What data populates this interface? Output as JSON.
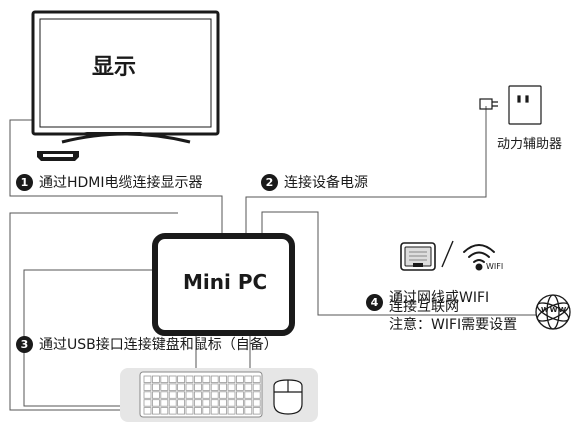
{
  "monitor": {
    "label": "显示"
  },
  "device": {
    "label": "Mini PC"
  },
  "power": {
    "label": "动力辅助器"
  },
  "steps": {
    "hdmi": {
      "num": "1",
      "text": "通过HDMI电缆连接显示器"
    },
    "power": {
      "num": "2",
      "text": "连接设备电源"
    },
    "usb": {
      "num": "3",
      "text": "通过USB接口连接键盘和鼠标（自备）"
    },
    "network": {
      "num": "4",
      "line1": "通过网线或WIFI",
      "line2": "连接互联网",
      "note": "注意：WIFI需要设置"
    }
  },
  "wifi": {
    "label": "WIFI"
  },
  "globe": {
    "marks": [
      "W",
      "W",
      "W"
    ]
  },
  "colors": {
    "ink": "#1a1a1a",
    "line": "#555555",
    "keyboard_area": "#e6e6e6"
  },
  "icons": [
    "monitor-icon",
    "hdmi-port-icon",
    "power-adapter-icon",
    "ethernet-port-icon",
    "wifi-icon",
    "globe-icon",
    "keyboard-icon",
    "mouse-icon"
  ]
}
